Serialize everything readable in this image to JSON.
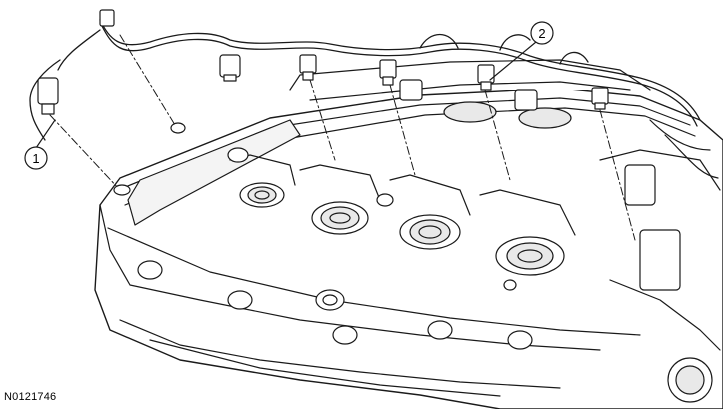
{
  "figure_id": "N0121746",
  "callouts": [
    {
      "number": "1"
    },
    {
      "number": "2"
    }
  ],
  "colors": {
    "line": "#1a1a1a",
    "fill": "#ffffff",
    "shade": "#e9e9e9"
  }
}
